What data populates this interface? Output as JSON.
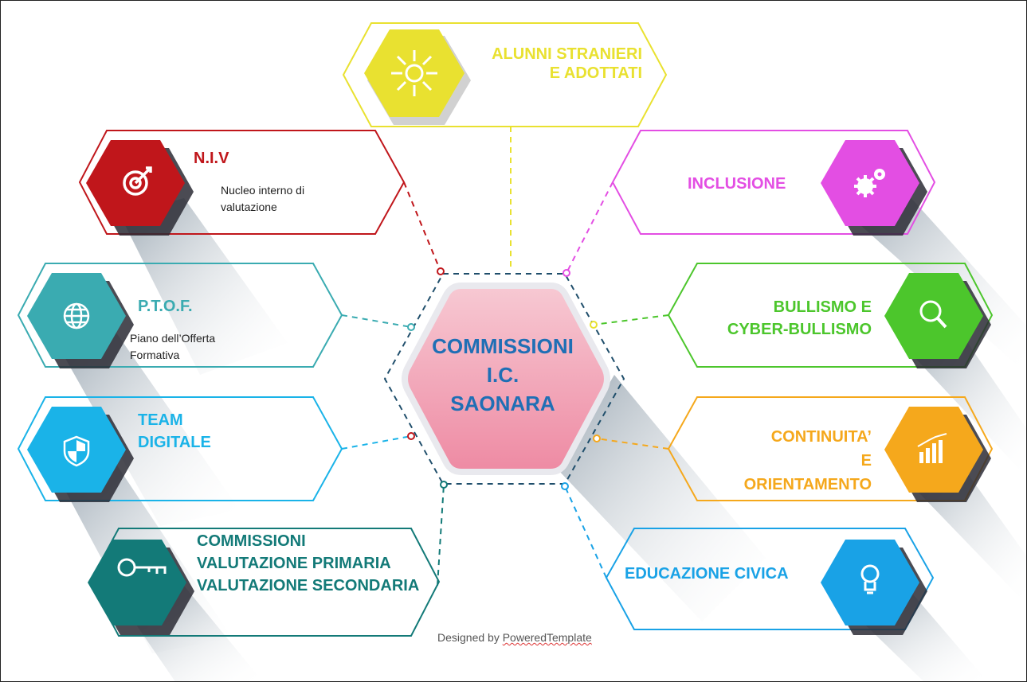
{
  "center": {
    "line1": "COMMISSIONI",
    "line2": "I.C.",
    "line3": "SAONARA"
  },
  "nodes": {
    "alunni": {
      "line1": "ALUNNI STRANIERI",
      "line2": "E ADOTTATI",
      "icon": "hands-circle-icon",
      "color": "#e9e130"
    },
    "niv": {
      "title": "N.I.V",
      "sub1": "Nucleo interno di",
      "sub2": "valutazione",
      "icon": "target-icon",
      "color": "#c0161b"
    },
    "inclusione": {
      "title": "INCLUSIONE",
      "icon": "gears-icon",
      "color": "#e34ee3"
    },
    "ptof": {
      "title": "P.T.O.F.",
      "sub1": "Piano dell’Offerta",
      "sub2": "Formativa",
      "icon": "globe-icon",
      "color": "#3aabb1"
    },
    "bullismo": {
      "line1": "BULLISMO E",
      "line2": "CYBER-BULLISMO",
      "icon": "magnifier-icon",
      "color": "#4cc62c"
    },
    "team": {
      "line1": "TEAM",
      "line2": "DIGITALE",
      "icon": "shield-icon",
      "color": "#1ab3e8"
    },
    "continuita": {
      "line1": "CONTINUITA’",
      "line2": "E",
      "line3": "ORIENTAMENTO",
      "icon": "bar-chart-icon",
      "color": "#f5a81c"
    },
    "commissioni": {
      "line1": "COMMISSIONI",
      "line2": "VALUTAZIONE PRIMARIA",
      "line3": "VALUTAZIONE SECONDARIA",
      "icon": "key-icon",
      "color": "#137a78"
    },
    "educazione": {
      "title": "EDUCAZIONE CIVICA",
      "icon": "lightbulb-icon",
      "color": "#19a2e6"
    }
  },
  "footer": {
    "prefix": "Designed by ",
    "brand": "PoweredTemplate"
  }
}
